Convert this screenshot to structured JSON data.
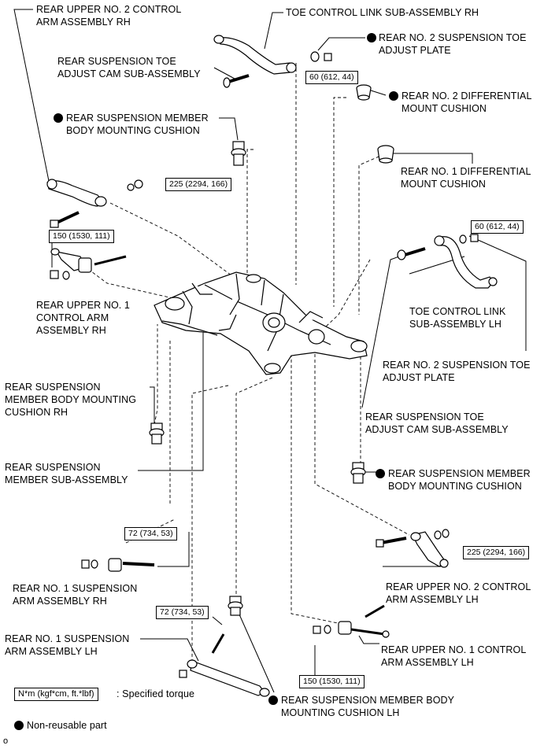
{
  "labels": {
    "upper2_rh": "REAR UPPER NO. 2 CONTROL\nARM ASSEMBLY RH",
    "toe_link_rh": "TOE CONTROL LINK SUB-ASSEMBLY RH",
    "toe_cam_rh": "REAR SUSPENSION TOE\nADJUST CAM SUB-ASSEMBLY",
    "toe_plate_top": "REAR NO. 2 SUSPENSION TOE\nADJUST PLATE",
    "diff2_cushion": "REAR NO. 2 DIFFERENTIAL\nMOUNT CUSHION",
    "body_cushion_top": "REAR SUSPENSION MEMBER\nBODY MOUNTING CUSHION",
    "diff1_cushion": "REAR NO. 1 DIFFERENTIAL\nMOUNT CUSHION",
    "upper1_rh": "REAR UPPER NO. 1\nCONTROL ARM\nASSEMBLY RH",
    "toe_link_lh": "TOE CONTROL LINK\nSUB-ASSEMBLY LH",
    "toe_plate_right": "REAR NO. 2 SUSPENSION TOE\nADJUST PLATE",
    "body_cushion_rh": "REAR SUSPENSION\nMEMBER BODY MOUNTING\nCUSHION RH",
    "toe_cam_right": "REAR SUSPENSION TOE\nADJUST CAM SUB-ASSEMBLY",
    "member_sub": "REAR SUSPENSION\nMEMBER SUB-ASSEMBLY",
    "body_cushion_right": "REAR SUSPENSION MEMBER\nBODY MOUNTING CUSHION",
    "arm1_rh": "REAR NO. 1 SUSPENSION\nARM ASSEMBLY RH",
    "upper2_lh": "REAR UPPER NO. 2 CONTROL\nARM ASSEMBLY LH",
    "arm1_lh": "REAR NO. 1 SUSPENSION\nARM ASSEMBLY LH",
    "upper1_lh": "REAR UPPER NO. 1 CONTROL\nARM ASSEMBLY LH",
    "body_cushion_lh": "REAR SUSPENSION MEMBER BODY\nMOUNTING CUSHION LH"
  },
  "torques": {
    "t60_top": "60 (612, 44)",
    "t225_rh": "225 (2294, 166)",
    "t150_rh": "150 (1530, 111)",
    "t60_right": "60 (612, 44)",
    "t72_rh": "72 (734, 53)",
    "t225_lh": "225 (2294, 166)",
    "t72_lh": "72 (734, 53)",
    "t150_lh": "150 (1530, 111)"
  },
  "legend": {
    "unit_box": "N*m (kgf*cm, ft.*lbf)",
    "unit_text": ": Specified torque",
    "nonreusable": "Non-reusable part"
  },
  "footer_mark": "o"
}
